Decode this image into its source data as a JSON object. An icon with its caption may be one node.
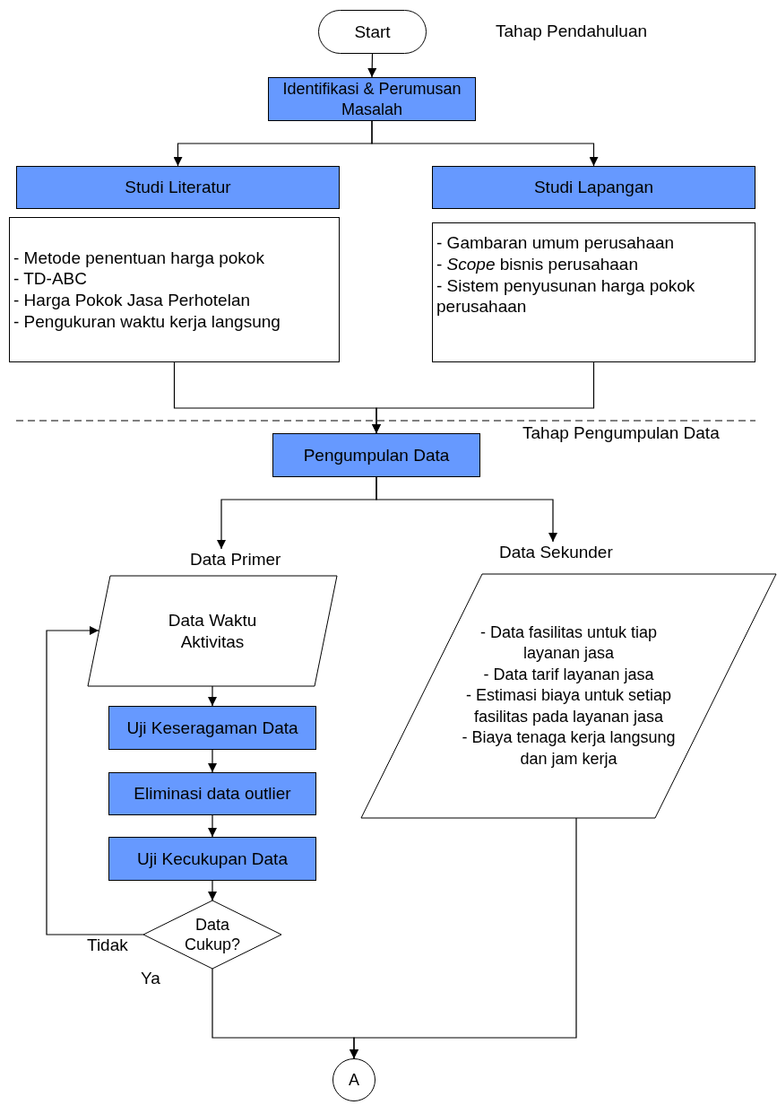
{
  "diagram": {
    "nodes": [
      {
        "text": [
          "Start"
        ]
      },
      {
        "text": [
          "Identifikasi & Perumusan Masalah"
        ]
      },
      {
        "text": [
          "Studi Literatur"
        ]
      },
      {
        "text": [
          "- Metode penentuan harga pokok",
          "- TD-ABC",
          "- Harga Pokok Jasa Perhotelan",
          "- Pengukuran waktu kerja langsung"
        ]
      },
      {
        "text": [
          "Studi Lapangan"
        ]
      },
      {
        "text": [
          "- Gambaran umum perusahaan",
          "- *Scope* bisnis perusahaan",
          "- Sistem penyusunan harga pokok perusahaan"
        ]
      },
      {
        "text": [
          "Pengumpulan Data"
        ]
      },
      {
        "text": [
          "Data Waktu Aktivitas"
        ],
        "beside": [
          "Data Primer"
        ]
      },
      {
        "text": [
          "- Data fasilitas untuk tiap layanan jasa",
          "- Data tarif layanan jasa",
          "- Estimasi biaya untuk setiap fasilitas pada layanan jasa",
          "- Biaya tenaga kerja langsung dan jam kerja"
        ],
        "beside": [
          "Data Sekunder"
        ]
      },
      {
        "text": [
          "Uji Keseragaman Data"
        ]
      },
      {
        "text": [
          "Eliminasi data outlier"
        ]
      },
      {
        "text": [
          "Uji Kecukupan Data"
        ]
      },
      {
        "text": [
          "Data Cukup?"
        ]
      },
      {
        "text": [
          "A"
        ]
      }
    ],
    "edges": [
      {
        "from": 0,
        "to": 1,
        "arrow": "to"
      },
      {
        "from": 1,
        "to": 2,
        "arrow": "to"
      },
      {
        "from": 1,
        "to": 4,
        "arrow": "to"
      },
      {
        "from": 3,
        "to": 6,
        "arrow": "to"
      },
      {
        "from": 5,
        "to": 6,
        "arrow": "to"
      },
      {
        "from": 6,
        "to": 7,
        "arrow": "to"
      },
      {
        "from": 6,
        "to": 8,
        "arrow": "to"
      },
      {
        "from": 7,
        "to": 9,
        "arrow": "to"
      },
      {
        "from": 9,
        "to": 10,
        "arrow": "to"
      },
      {
        "from": 10,
        "to": 11,
        "arrow": "to"
      },
      {
        "from": 11,
        "to": 12,
        "arrow": "to"
      },
      {
        "from": 12,
        "to": 7,
        "arrow": "to",
        "label": "Tidak"
      },
      {
        "from": 12,
        "to": 13,
        "arrow": "to",
        "label": "Ya"
      },
      {
        "from": 8,
        "to": 13,
        "arrow": "to"
      }
    ],
    "labels": [
      "Tahap Pendahuluan",
      "Tahap Pengumpulan Data"
    ]
  }
}
